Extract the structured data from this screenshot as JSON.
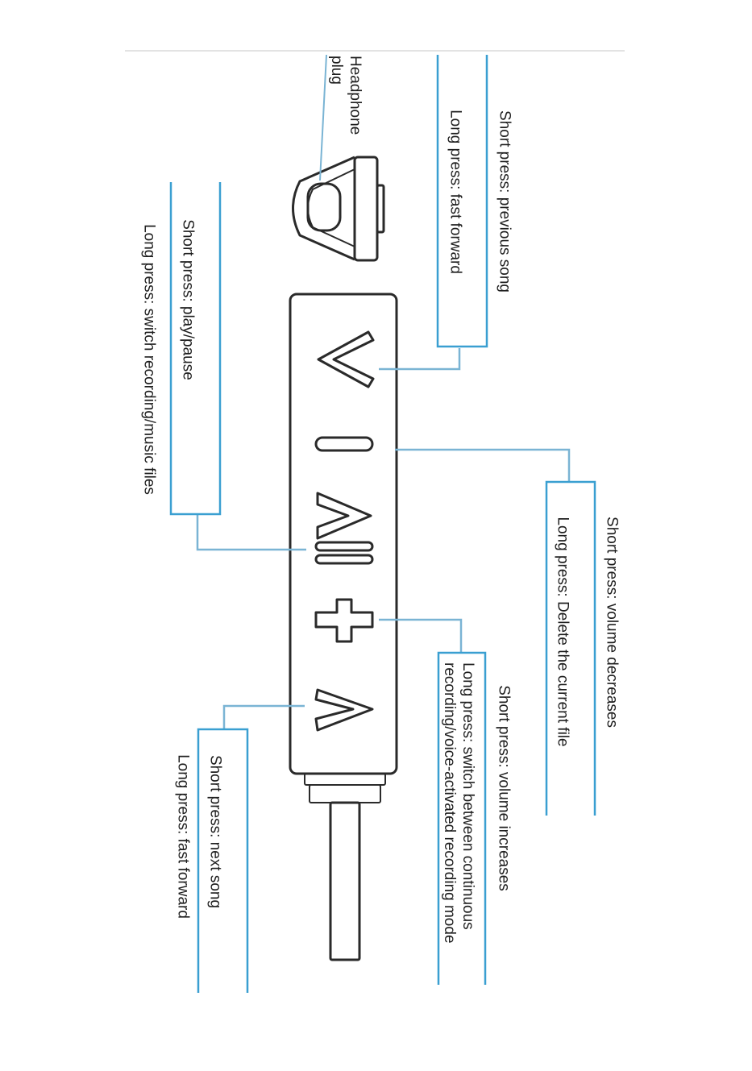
{
  "colors": {
    "accent": "#3a9fd1",
    "line": "#7ab4d4",
    "device": "#2a2a2a"
  },
  "plug": {
    "label": "Headphone plug"
  },
  "buttons": [
    {
      "icon": "chevron-up-icon",
      "short_press": "Short press: previous song",
      "long_press": "Long press: fast forward"
    },
    {
      "icon": "minus-icon",
      "short_press": "Short press: volume decreases",
      "long_press": "Long press: Delete the current file"
    },
    {
      "icon": "play-pause-icon",
      "short_press": "Short press: play/pause",
      "long_press": "Long press: switch recording/music files"
    },
    {
      "icon": "plus-icon",
      "short_press": "Short press: volume increases",
      "long_press": "Long press: switch between continuous recording/voice-activated recording mode"
    },
    {
      "icon": "chevron-down-icon",
      "short_press": "Short press: next song",
      "long_press": "Long press: fast forward"
    }
  ]
}
